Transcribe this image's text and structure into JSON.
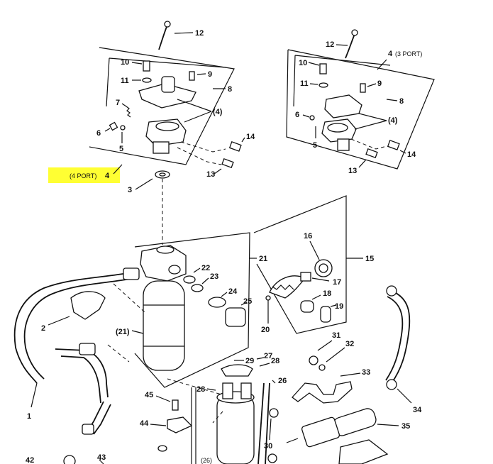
{
  "callouts": {
    "c1": "1",
    "c2": "2",
    "c3": "3",
    "c4_port": "(4 PORT)",
    "c4a": "4",
    "c4b": "4",
    "c4_3port": "(3 PORT)",
    "c4_in_a": "(4)",
    "c4_in_b": "(4)",
    "c5a": "5",
    "c5b": "5",
    "c6a": "6",
    "c6b": "6",
    "c7": "7",
    "c8a": "8",
    "c8b": "8",
    "c9a": "9",
    "c9b": "9",
    "c10a": "10",
    "c10b": "10",
    "c11a": "11",
    "c11b": "11",
    "c12a": "12",
    "c12b": "12",
    "c13a": "13",
    "c13b": "13",
    "c14a": "14",
    "c14b": "14",
    "c15": "15",
    "c16": "16",
    "c17": "17",
    "c18": "18",
    "c19": "19",
    "c20": "20",
    "c21": "21",
    "c21p": "(21)",
    "c22": "22",
    "c23": "23",
    "c24": "24",
    "c25": "25",
    "c26": "26",
    "c27": "27",
    "c28a": "28",
    "c28b": "28",
    "c29": "29",
    "c30": "30",
    "c31": "31",
    "c32": "32",
    "c33": "33",
    "c34": "34",
    "c35": "35",
    "c42": "42",
    "c43": "43",
    "c44": "44",
    "c45": "45",
    "c26p": "(26)"
  },
  "highlight_color": "#ffff33"
}
